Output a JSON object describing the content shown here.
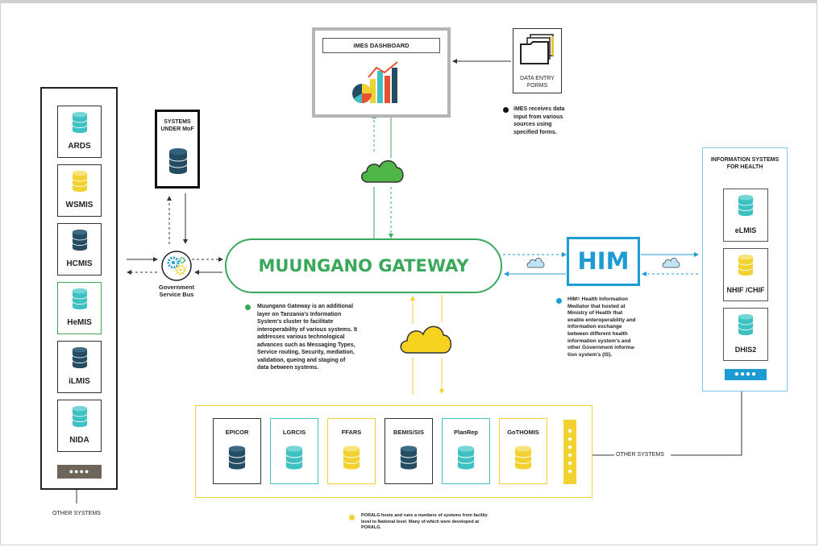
{
  "dashboard": {
    "title": "iMES DASHBOARD"
  },
  "data_entry": {
    "label_line1": "DATA ENTRY",
    "label_line2": "FORMS"
  },
  "imes_note": {
    "l1": "iMES receives data",
    "l2": "input from various",
    "l3": "sources using",
    "l4": "specified forms."
  },
  "left_systems": [
    {
      "name": "ARDS",
      "color": "#3fc1c1"
    },
    {
      "name": "WSMIS",
      "color": "#f2d230"
    },
    {
      "name": "HCMIS",
      "color": "#244c63"
    },
    {
      "name": "HeMIS",
      "color": "#3fc1c1"
    },
    {
      "name": "iLMIS",
      "color": "#244c63"
    },
    {
      "name": "NIDA",
      "color": "#3fc1c1"
    }
  ],
  "left_other_systems": "OTHER SYSTEMS",
  "mof": {
    "line1": "SYSTEMS",
    "line2": "UNDER MoF",
    "color": "#244c63"
  },
  "gsb": {
    "line1": "Government",
    "line2": "Service Bus"
  },
  "gateway": {
    "title": "MUUNGANO GATEWAY",
    "color": "#3aa85a"
  },
  "gateway_note": {
    "l1": "Muungano Gateway is an additional",
    "l2": "layer on Tanzania's Information",
    "l3": "System's cluster to facilitate",
    "l4": "interoperability of various systems. It",
    "l5": "addresses various technological",
    "l6": "advances such as Messaging Types,",
    "l7": "Service routing, Security, mediation,",
    "l8": "validation, queing and staging of",
    "l9": "data between systems."
  },
  "him": {
    "title": "HIM",
    "color": "#1d9cd3"
  },
  "him_note": {
    "l1": "HIM= Health Information",
    "l2": "Mediator that hosted at",
    "l3": "Ministry of Health that",
    "l4": "enable enteroperability and",
    "l5": "information exchange",
    "l6": "between different health",
    "l7": "information system's and",
    "l8": "other Government informa-",
    "l9": "tion system's (IS)."
  },
  "health": {
    "title_line1": "INFORMATION SYSTEMS",
    "title_line2": "FOR HEALTH",
    "systems": [
      {
        "name": "eLMIS",
        "color": "#3fc1c1"
      },
      {
        "name": "NHIF /CHIF",
        "color": "#f2d230"
      },
      {
        "name": "DHIS2",
        "color": "#3fc1c1"
      }
    ]
  },
  "bottom_systems": [
    {
      "name": "EPICOR",
      "color": "#244c63"
    },
    {
      "name": "LGRCIS",
      "color": "#3fc1c1"
    },
    {
      "name": "FFARS",
      "color": "#f2d230"
    },
    {
      "name": "BEMIS/SIS",
      "color": "#244c63"
    },
    {
      "name": "PlanRep",
      "color": "#3fc1c1"
    },
    {
      "name": "GoTHOMIS",
      "color": "#f2d230"
    }
  ],
  "right_other_systems": "OTHER SYSTEMS",
  "poralg_note": {
    "l1": "PORALG hosts and runs a numbers of systems from facility",
    "l2": "level to National level. Many of which were developed at",
    "l3": "PORALG."
  },
  "colors": {
    "green": "#3aa85a",
    "blue": "#1d9cd3",
    "yellow": "#f2d230",
    "navy": "#244c63",
    "teal": "#3fc1c1",
    "gray": "#9a9a9a"
  }
}
